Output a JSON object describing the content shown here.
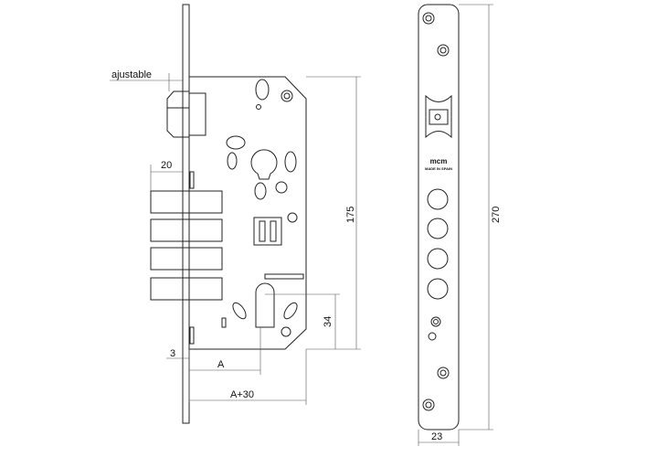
{
  "dimensions": {
    "adjustable": "ajustable",
    "backset_offset": "20",
    "case_height": "175",
    "cylinder_distance": "34",
    "faceplate_offset": "3",
    "backset": "A",
    "backset_plus": "A+30",
    "faceplate_length": "270",
    "faceplate_width": "23"
  },
  "faceplate": {
    "brand": "mcm",
    "origin": "MADE IN SPAIN"
  }
}
